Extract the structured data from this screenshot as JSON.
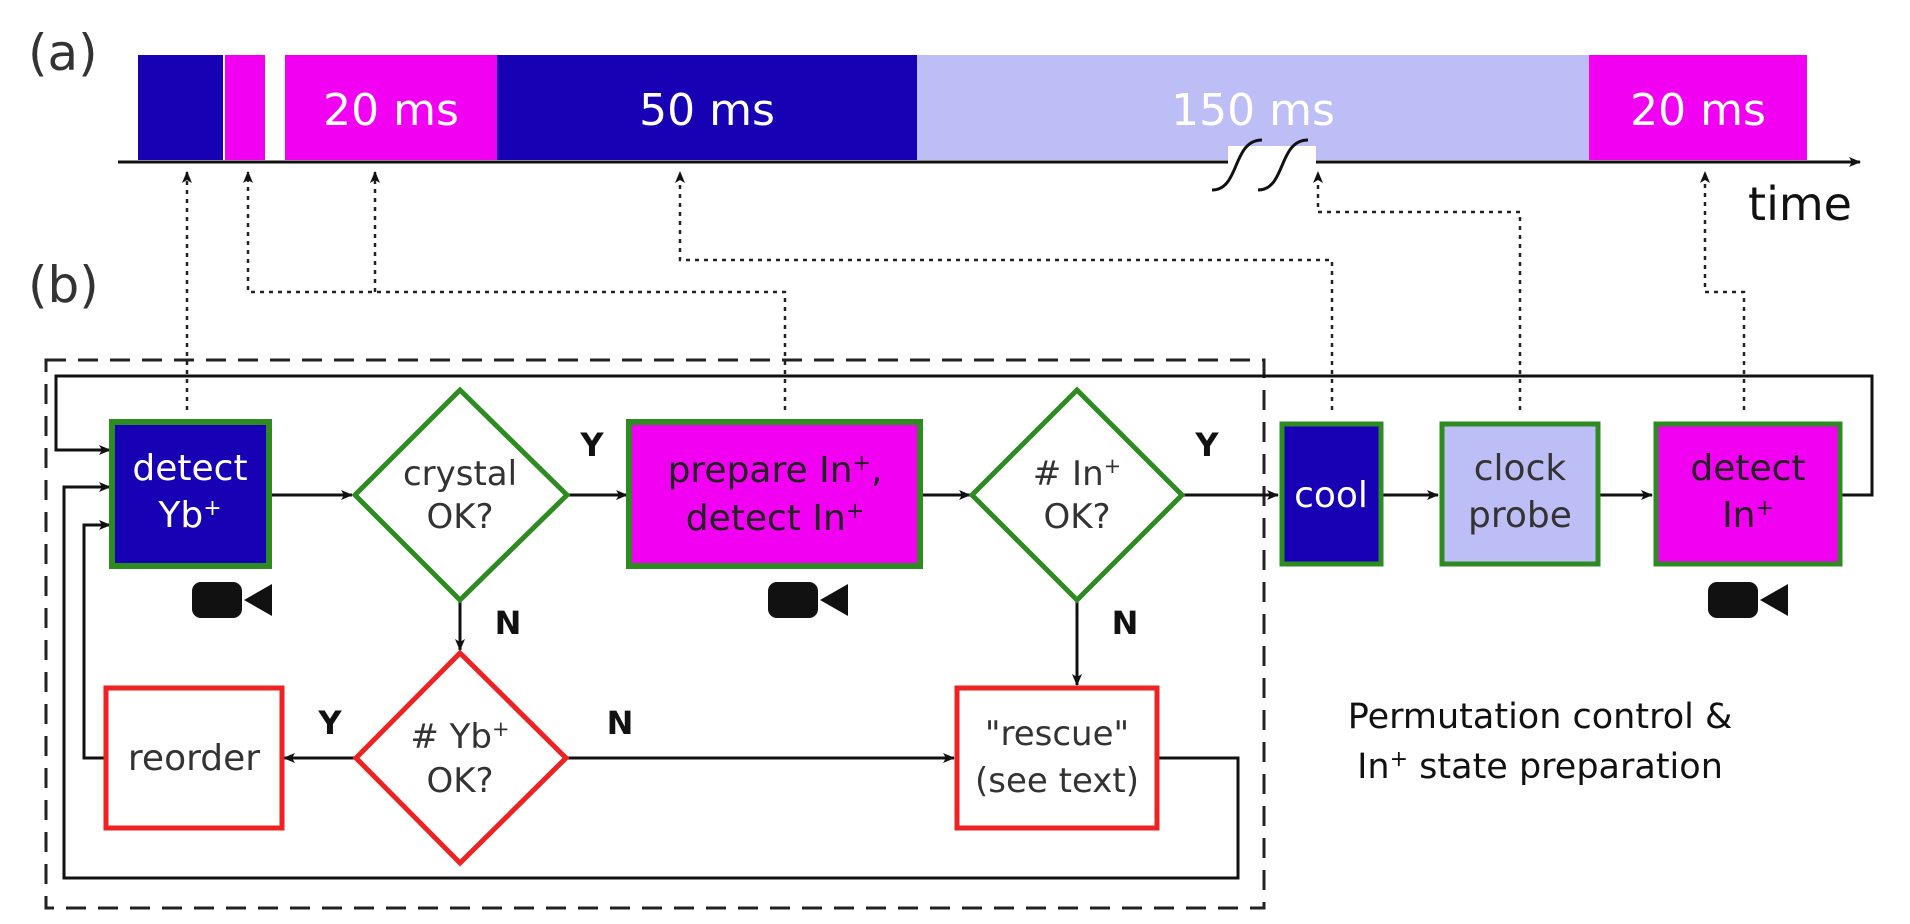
{
  "panel_labels": {
    "a": "(a)",
    "b": "(b)"
  },
  "timeline": {
    "axis_label": "time",
    "segments": [
      {
        "label": "",
        "color": "#1800B4"
      },
      {
        "label": "",
        "color": "#F200F2"
      },
      {
        "label": "20 ms",
        "color": "#F200F2"
      },
      {
        "label": "50 ms",
        "color": "#1800B4"
      },
      {
        "label": "150 ms",
        "color": "#BEBEF7"
      },
      {
        "label": "20 ms",
        "color": "#F200F2"
      }
    ]
  },
  "flowchart": {
    "detect_yb": {
      "line1": "detect",
      "line2": "Yb",
      "sup": "+"
    },
    "crystal_ok": {
      "line1": "crystal",
      "line2": "OK?"
    },
    "prepare_in": {
      "line1a": "prepare In",
      "line1sup": "+",
      "line1b": ",",
      "line2a": "detect In",
      "line2sup": "+"
    },
    "in_ok": {
      "line1a": "# In",
      "line1sup": "+",
      "line2": "OK?"
    },
    "cool": {
      "label": "cool"
    },
    "clock_probe": {
      "line1": "clock",
      "line2": "probe"
    },
    "detect_in": {
      "line1": "detect",
      "line2": "In",
      "sup": "+"
    },
    "yb_ok": {
      "line1a": "# Yb",
      "line1sup": "+",
      "line2": "OK?"
    },
    "reorder": {
      "label": "reorder"
    },
    "rescue": {
      "line1": "\"rescue\"",
      "line2": "(see text)"
    },
    "yes_label": "Y",
    "no_label": "N",
    "caption": {
      "line1": "Permutation control &",
      "line2a": "In",
      "line2sup": "+",
      "line2b": " state preparation"
    }
  },
  "colors": {
    "dark_blue": "#1800B4",
    "magenta": "#F200F2",
    "lavender": "#BEBEF7",
    "green": "#2E8B22",
    "red": "#EE2222"
  }
}
